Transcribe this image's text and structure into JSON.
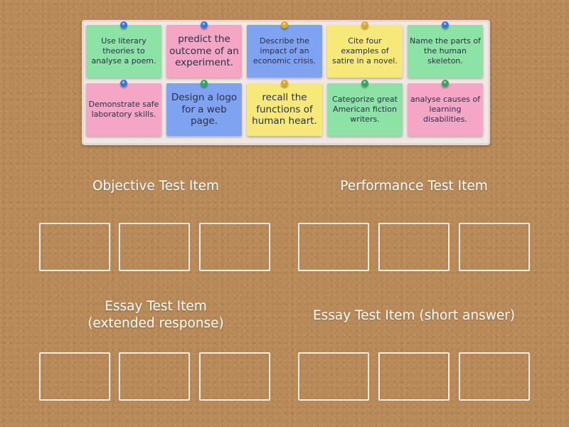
{
  "cards": [
    {
      "label": "Use literary theories to analyse a poem.",
      "color": "#8de3a6",
      "pin": "blue"
    },
    {
      "label": "predict the outcome of an experiment.",
      "color": "#f4a6c4",
      "pin": "blue"
    },
    {
      "label": "Describe the impact of an economic crisis.",
      "color": "#7fa3f0",
      "pin": "yellow"
    },
    {
      "label": "Cite four examples of satire in a novel.",
      "color": "#f6e97a",
      "pin": "yellow"
    },
    {
      "label": "Name the parts of the human skeleton.",
      "color": "#8de3a6",
      "pin": "blue"
    },
    {
      "label": "Demonstrate safe laboratory skills.",
      "color": "#f4a6c4",
      "pin": "blue"
    },
    {
      "label": "Design a logo for a web page.",
      "color": "#7fa3f0",
      "pin": "green"
    },
    {
      "label": "recall the functions of human heart.",
      "color": "#f6e97a",
      "pin": "yellow"
    },
    {
      "label": "Categorize great American fiction writers.",
      "color": "#8de3a6",
      "pin": "green"
    },
    {
      "label": "analyse causes of learning disabilities.",
      "color": "#f4a6c4",
      "pin": "green"
    }
  ],
  "categories": {
    "objective": "Objective Test Item",
    "performance": "Performance Test Item",
    "essay_extended_line1": "Essay Test Item",
    "essay_extended_line2": "(extended response)",
    "essay_short": "Essay Test Item (short answer)"
  }
}
